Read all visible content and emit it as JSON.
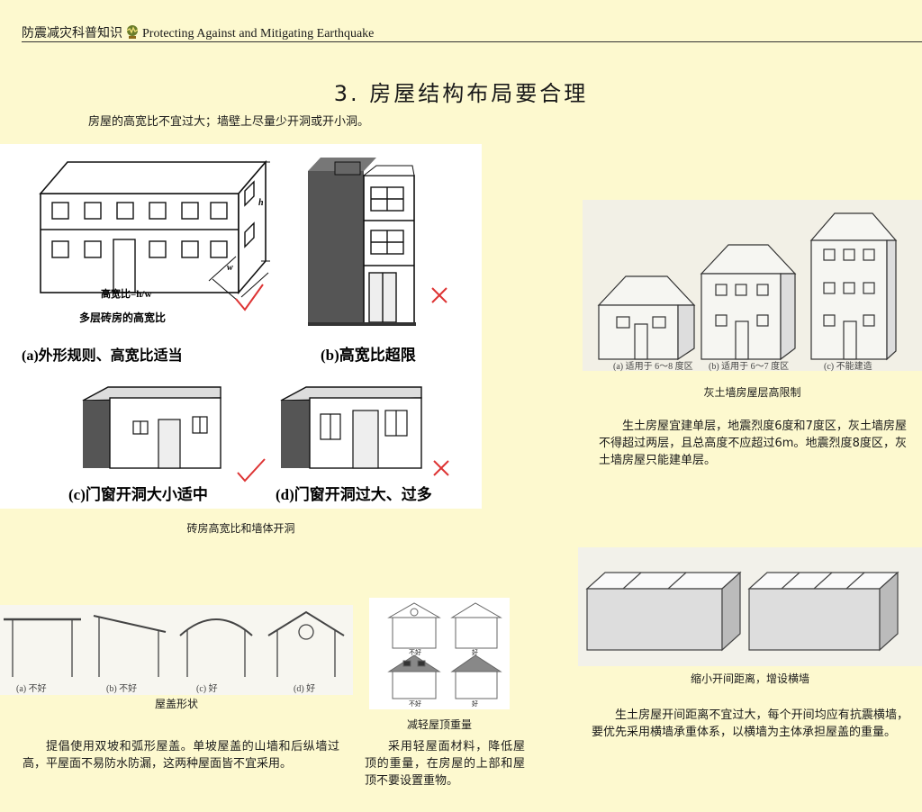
{
  "header": {
    "cn": "防震减灾科普知识",
    "en": "Protecting Against and Mitigating Earthquake",
    "logo_icon": "earthquake-badge-icon"
  },
  "title": "3. 房屋结构布局要合理",
  "intro": "房屋的高宽比不宜过大；墙壁上尽量少开洞或开小洞。",
  "brick_figure": {
    "formula": "高宽比=h/w",
    "formula_caption": "多层砖房的高宽比",
    "dim_h": "h",
    "dim_w": "w",
    "label_a": "(a)外形规则、高宽比适当",
    "label_b": "(b)高宽比超限",
    "label_c": "(c)门窗开洞大小适中",
    "label_d": "(d)门窗开洞过大、过多",
    "caption": "砖房高宽比和墙体开洞",
    "marks": {
      "a": "check",
      "b": "cross",
      "c": "check",
      "d": "cross"
    }
  },
  "adobe_figure": {
    "label_a": "(a) 适用于 6～8 度区",
    "label_b": "(b) 适用于 6～7 度区",
    "label_c": "(c) 不能建造",
    "caption": "灰土墙房屋层高限制",
    "text": "生土房屋宜建单层，地震烈度6度和7度区，灰土墙房屋不得超过两层，且总高度不应超过6m。地震烈度8度区，灰土墙房屋只能建单层。"
  },
  "roof_figure": {
    "labels": [
      "(a)  不好",
      "(b)  不好",
      "(c)  好",
      "(d)  好"
    ],
    "caption": "屋盖形状",
    "text": "提倡使用双坡和弧形屋盖。单坡屋盖的山墙和后纵墙过高，平屋面不易防水防漏，这两种屋面皆不宜采用。"
  },
  "light_roof_figure": {
    "labels": [
      "不好",
      "好",
      "不好",
      "好"
    ],
    "caption": "减轻屋顶重量",
    "text": "采用轻屋面材料，降低屋顶的重量，在房屋的上部和屋顶不要设置重物。"
  },
  "wall_figure": {
    "caption": "缩小开间距离，增设横墙",
    "text": "生土房屋开间距离不宜过大，每个开间均应有抗震横墙，要优先采用横墙承重体系，以横墙为主体承担屋盖的重量。"
  }
}
